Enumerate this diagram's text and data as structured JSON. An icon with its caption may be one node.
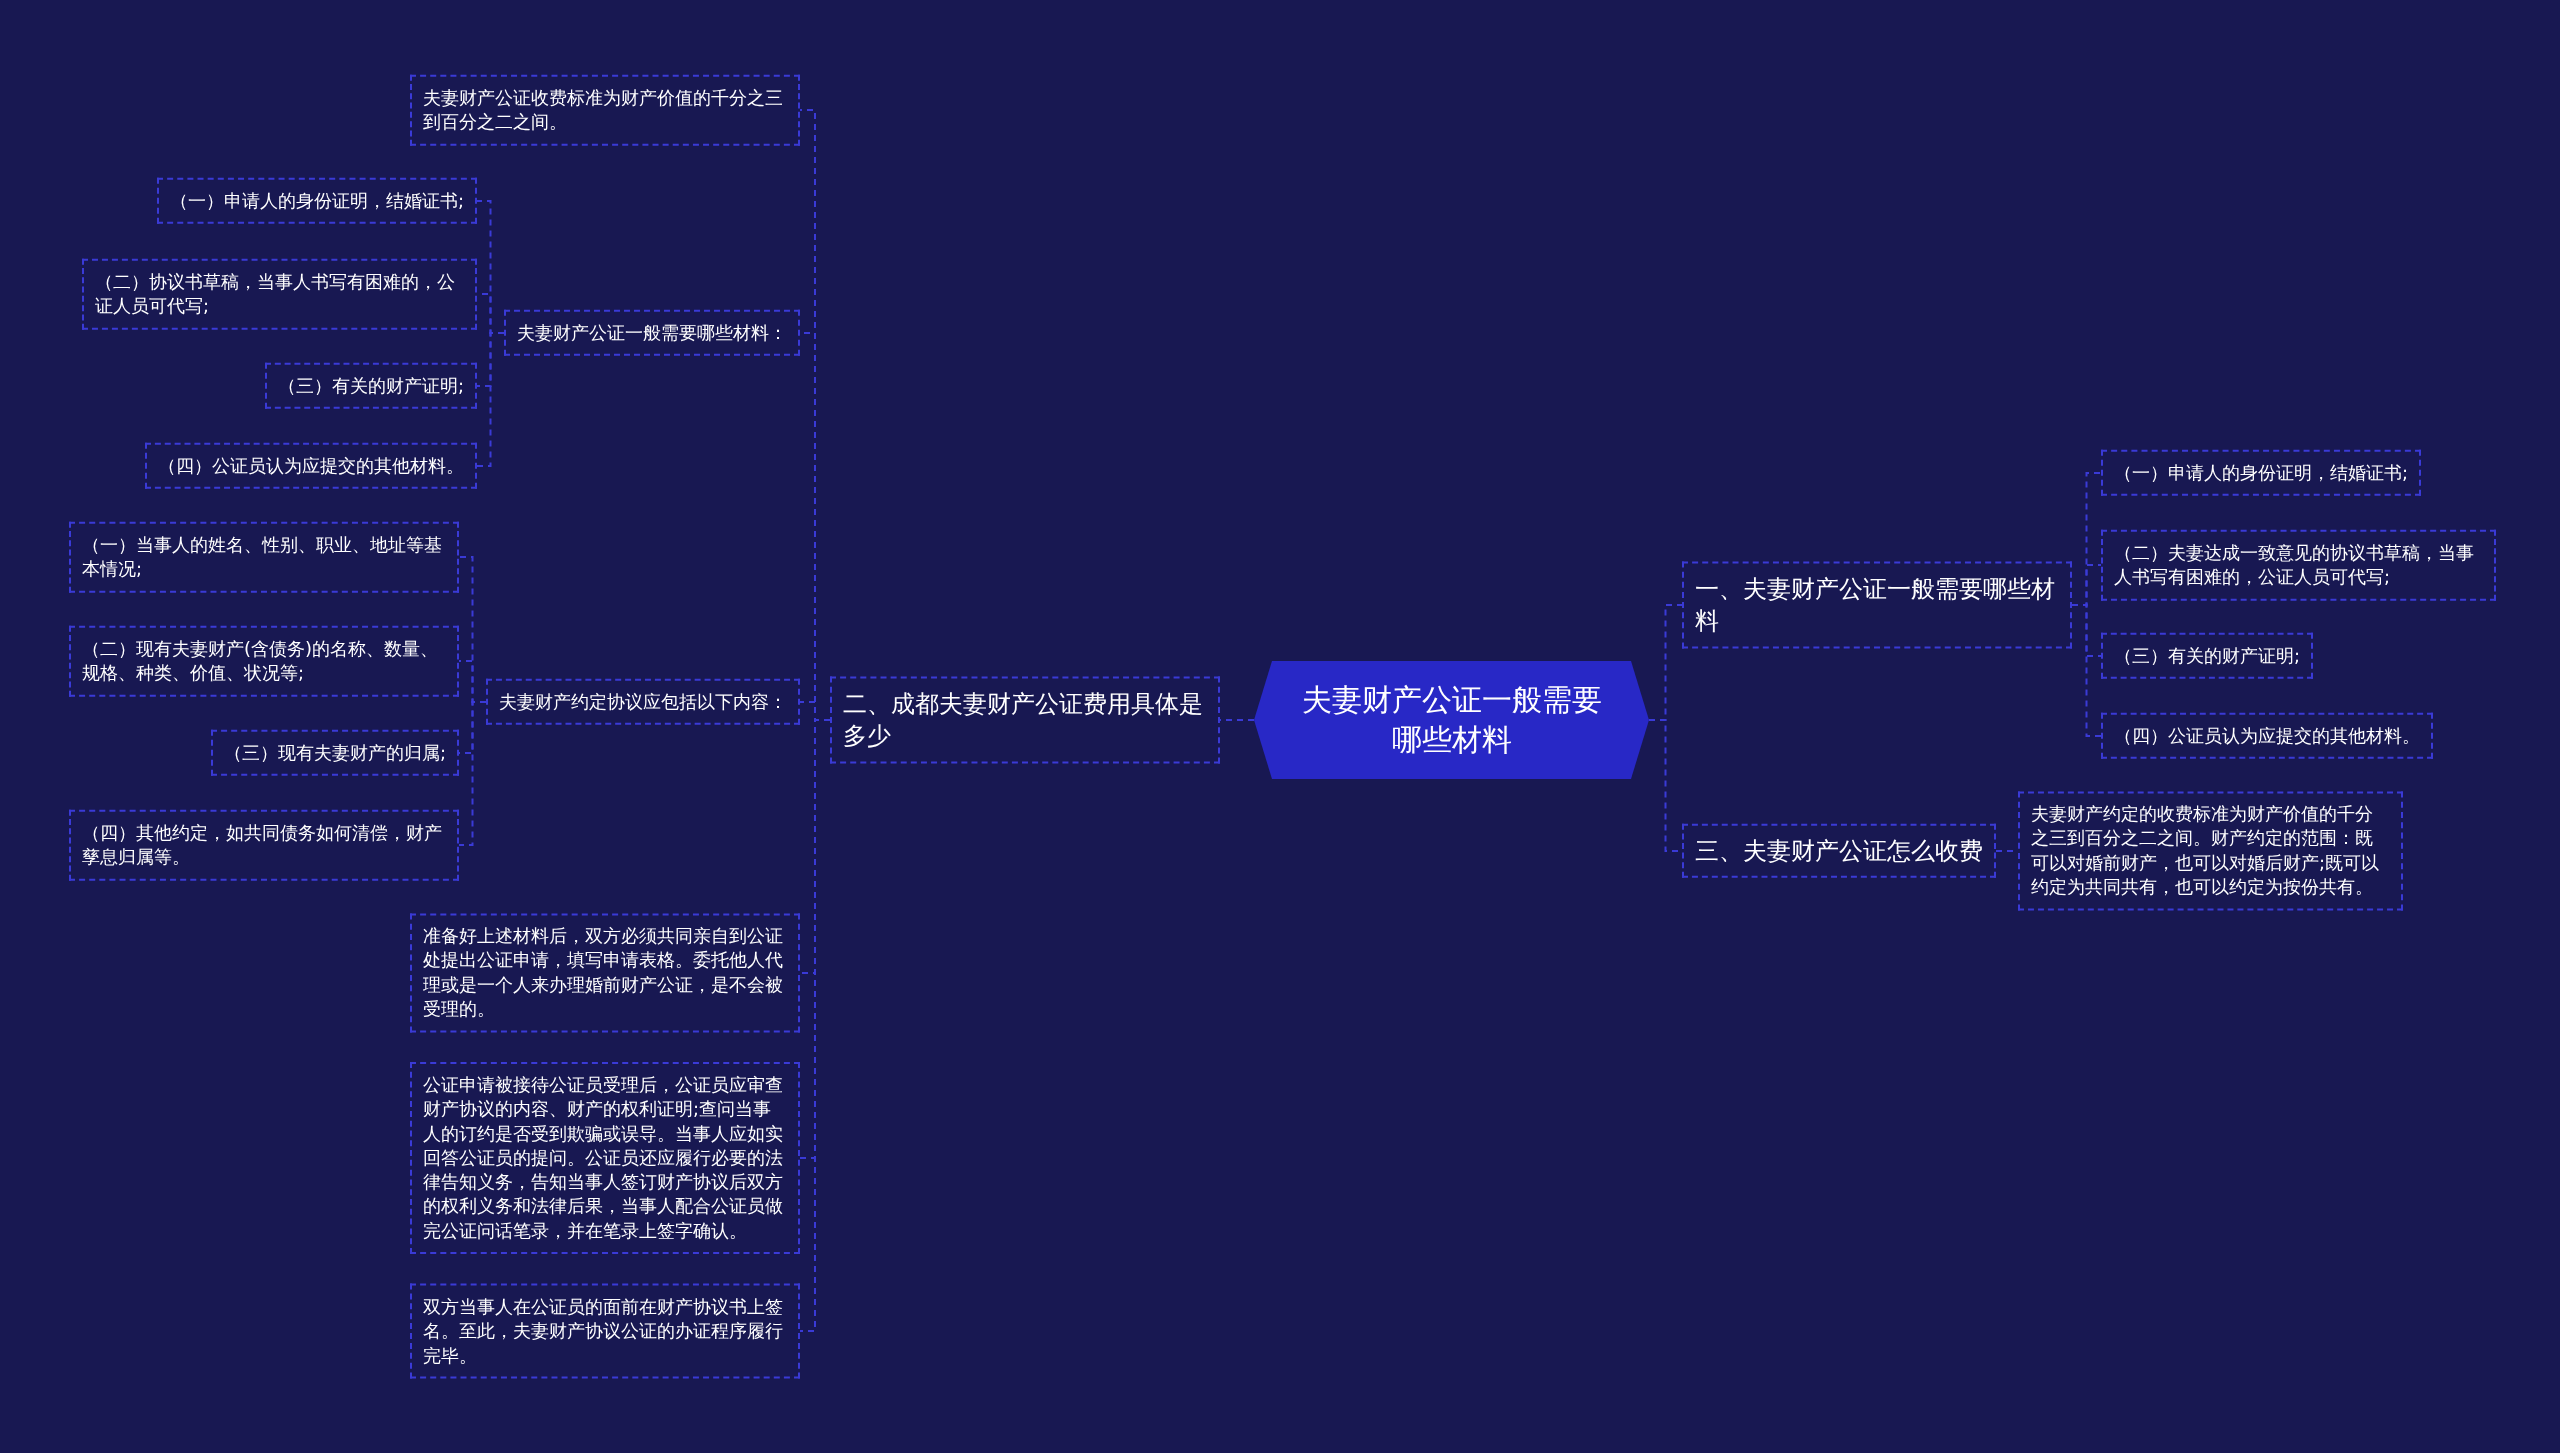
{
  "diagram": {
    "nodes": [
      {
        "text": [
          "夫妻财产公证一般需要哪些材料"
        ]
      },
      {
        "text": [
          "一、夫妻财产公证一般需要哪些材料"
        ]
      },
      {
        "text": [
          "（一）申请人的身份证明，结婚证书;"
        ]
      },
      {
        "text": [
          "（二）夫妻达成一致意见的协议书草稿，当事人书写有困难的，公证人员可代写;"
        ]
      },
      {
        "text": [
          "（三）有关的财产证明;"
        ]
      },
      {
        "text": [
          "（四）公证员认为应提交的其他材料。"
        ]
      },
      {
        "text": [
          "三、夫妻财产公证怎么收费"
        ]
      },
      {
        "text": [
          "夫妻财产约定的收费标准为财产价值的千分之三到百分之二之间。财产约定的范围：既可以对婚前财产，也可以对婚后财产;既可以约定为共同共有，也可以约定为按份共有。"
        ]
      },
      {
        "text": [
          "二、成都夫妻财产公证费用具体是多少"
        ]
      },
      {
        "text": [
          "夫妻财产公证收费标准为财产价值的千分之三到百分之二之间。"
        ]
      },
      {
        "text": [
          "夫妻财产公证一般需要哪些材料："
        ]
      },
      {
        "text": [
          "（一）申请人的身份证明，结婚证书;"
        ]
      },
      {
        "text": [
          "（二）协议书草稿，当事人书写有困难的，公证人员可代写;"
        ]
      },
      {
        "text": [
          "（三）有关的财产证明;"
        ]
      },
      {
        "text": [
          "（四）公证员认为应提交的其他材料。"
        ]
      },
      {
        "text": [
          "夫妻财产约定协议应包括以下内容："
        ]
      },
      {
        "text": [
          "（一）当事人的姓名、性别、职业、地址等基本情况;"
        ]
      },
      {
        "text": [
          "（二）现有夫妻财产(含债务)的名称、数量、规格、种类、价值、状况等;"
        ]
      },
      {
        "text": [
          "（三）现有夫妻财产的归属;"
        ]
      },
      {
        "text": [
          "（四）其他约定，如共同债务如何清偿，财产孳息归属等。"
        ]
      },
      {
        "text": [
          "准备好上述材料后，双方必须共同亲自到公证处提出公证申请，填写申请表格。委托他人代理或是一个人来办理婚前财产公证，是不会被受理的。"
        ]
      },
      {
        "text": [
          "公证申请被接待公证员受理后，公证员应审查财产协议的内容、财产的权利证明;查问当事人的订约是否受到欺骗或误导。当事人应如实回答公证员的提问。公证员还应履行必要的法律告知义务，告知当事人签订财产协议后双方的权利义务和法律后果，当事人配合公证员做完公证问话笔录，并在笔录上签字确认。"
        ]
      },
      {
        "text": [
          "双方当事人在公证员的面前在财产协议书上签名。至此，夫妻财产协议公证的办证程序履行完毕。"
        ]
      }
    ],
    "edges": [
      {
        "from": 0,
        "to": 1,
        "arrow": "none"
      },
      {
        "from": 1,
        "to": 2,
        "arrow": "none"
      },
      {
        "from": 1,
        "to": 3,
        "arrow": "none"
      },
      {
        "from": 1,
        "to": 4,
        "arrow": "none"
      },
      {
        "from": 1,
        "to": 5,
        "arrow": "none"
      },
      {
        "from": 0,
        "to": 6,
        "arrow": "none"
      },
      {
        "from": 6,
        "to": 7,
        "arrow": "none"
      },
      {
        "from": 0,
        "to": 8,
        "arrow": "none"
      },
      {
        "from": 8,
        "to": 9,
        "arrow": "none"
      },
      {
        "from": 8,
        "to": 10,
        "arrow": "none"
      },
      {
        "from": 10,
        "to": 11,
        "arrow": "none"
      },
      {
        "from": 10,
        "to": 12,
        "arrow": "none"
      },
      {
        "from": 10,
        "to": 13,
        "arrow": "none"
      },
      {
        "from": 10,
        "to": 14,
        "arrow": "none"
      },
      {
        "from": 8,
        "to": 15,
        "arrow": "none"
      },
      {
        "from": 15,
        "to": 16,
        "arrow": "none"
      },
      {
        "from": 15,
        "to": 17,
        "arrow": "none"
      },
      {
        "from": 15,
        "to": 18,
        "arrow": "none"
      },
      {
        "from": 15,
        "to": 19,
        "arrow": "none"
      },
      {
        "from": 8,
        "to": 20,
        "arrow": "none"
      },
      {
        "from": 8,
        "to": 21,
        "arrow": "none"
      },
      {
        "from": 8,
        "to": 22,
        "arrow": "none"
      }
    ]
  }
}
